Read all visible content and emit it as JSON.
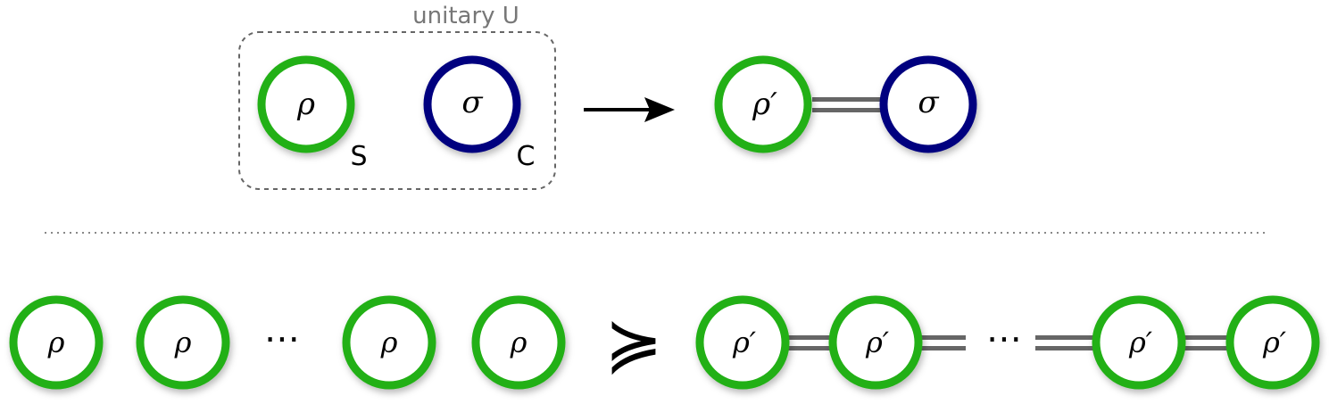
{
  "top": {
    "group_label": "unitary U",
    "system": {
      "symbol": "ρ",
      "label": "S"
    },
    "catalyst": {
      "symbol": "σ",
      "label": "C"
    },
    "result_system": {
      "symbol": "ρ′"
    },
    "result_catalyst": {
      "symbol": "σ"
    }
  },
  "bottom": {
    "left_states": [
      "ρ",
      "ρ",
      "ρ",
      "ρ"
    ],
    "ellipsis": "⋯",
    "relation": "≽",
    "right_states": [
      "ρ′",
      "ρ′",
      "ρ′",
      "ρ′"
    ],
    "right_ellipsis": "⋯"
  },
  "colors": {
    "system_ring": "#22b014",
    "catalyst_ring": "#00007f",
    "bond": "#666666",
    "dashed_box": "#666666",
    "arrow": "#000000"
  }
}
